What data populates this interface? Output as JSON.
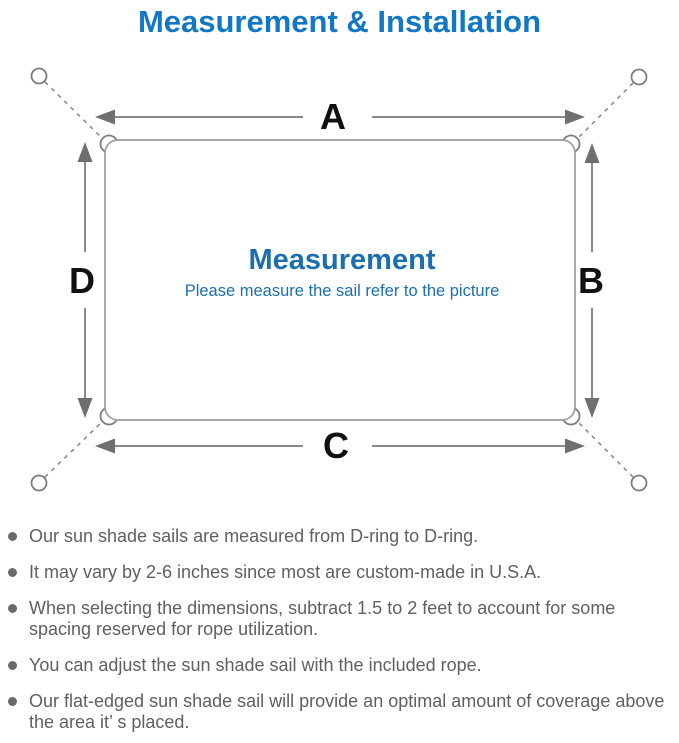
{
  "title": "Measurement & Installation",
  "colors": {
    "title_blue": "#1277c4",
    "center_blue": "#1b6fb0",
    "line_gray": "#8a8a8a",
    "rect_gray": "#9b9b9b",
    "note_gray": "#606060"
  },
  "diagram": {
    "labels": {
      "top": "A",
      "right": "B",
      "bottom": "C",
      "left": "D"
    },
    "center_title": "Measurement",
    "center_subtitle": "Please measure the sail refer to the picture"
  },
  "notes": [
    "Our sun shade sails are measured from D-ring to D-ring.",
    "It may vary by 2-6 inches since most are custom-made in U.S.A.",
    "When selecting the dimensions, subtract 1.5 to 2 feet to account for some spacing reserved for rope utilization.",
    "You can adjust the sun shade sail with the included rope.",
    "Our flat-edged sun shade sail will provide an optimal amount of coverage above the area it’ s placed."
  ]
}
